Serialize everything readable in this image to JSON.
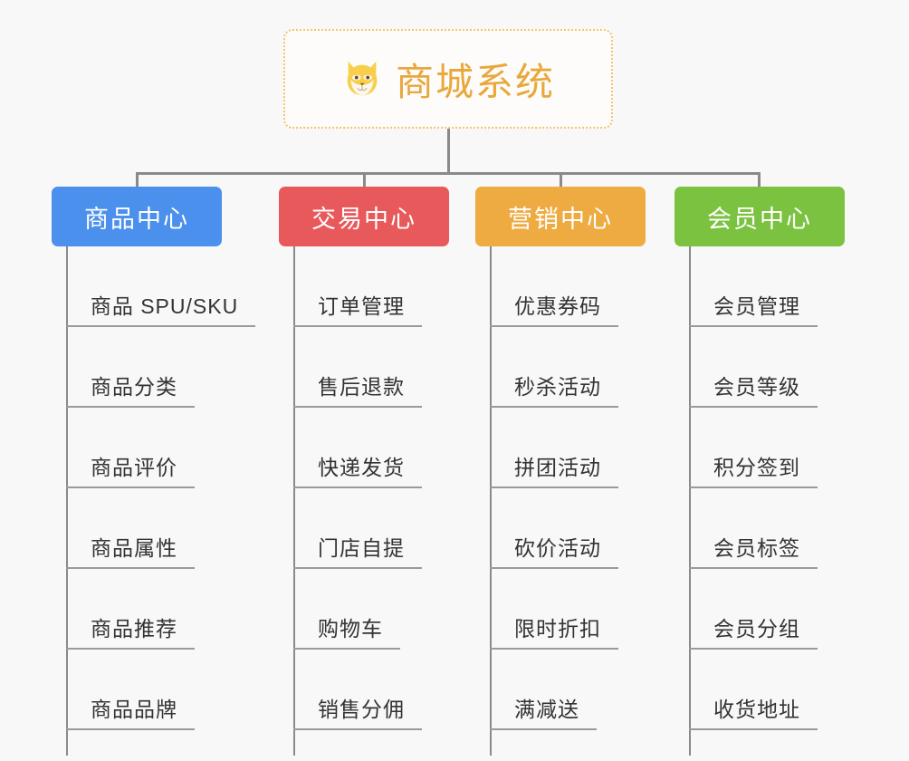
{
  "root": {
    "title": "商城系统",
    "icon": "shiba-dog-emoji",
    "border_color": "#f3c46a",
    "text_color": "#e8a83c",
    "background": "#fdfcfa"
  },
  "canvas": {
    "background": "#f8f8f8",
    "connector_color": "#8a8a8a"
  },
  "columns": [
    {
      "label": "商品中心",
      "color": "#4a90ec",
      "text_color": "#ffffff",
      "items": [
        "商品 SPU/SKU",
        "商品分类",
        "商品评价",
        "商品属性",
        "商品推荐",
        "商品品牌"
      ]
    },
    {
      "label": "交易中心",
      "color": "#e8595b",
      "text_color": "#ffffff",
      "items": [
        "订单管理",
        "售后退款",
        "快递发货",
        "门店自提",
        "购物车",
        "销售分佣"
      ]
    },
    {
      "label": "营销中心",
      "color": "#eeab42",
      "text_color": "#ffffff",
      "items": [
        "优惠券码",
        "秒杀活动",
        "拼团活动",
        "砍价活动",
        "限时折扣",
        "满减送"
      ]
    },
    {
      "label": "会员中心",
      "color": "#7cc241",
      "text_color": "#ffffff",
      "items": [
        "会员管理",
        "会员等级",
        "积分签到",
        "会员标签",
        "会员分组",
        "收货地址"
      ]
    }
  ],
  "layout": {
    "category_left": [
      57,
      308,
      525,
      745
    ],
    "category_width": [
      188,
      188,
      188,
      188
    ],
    "trunk_left": [
      73,
      324,
      541,
      761
    ],
    "leaf_row_height": 89,
    "leaf_underline_extra": 22
  }
}
